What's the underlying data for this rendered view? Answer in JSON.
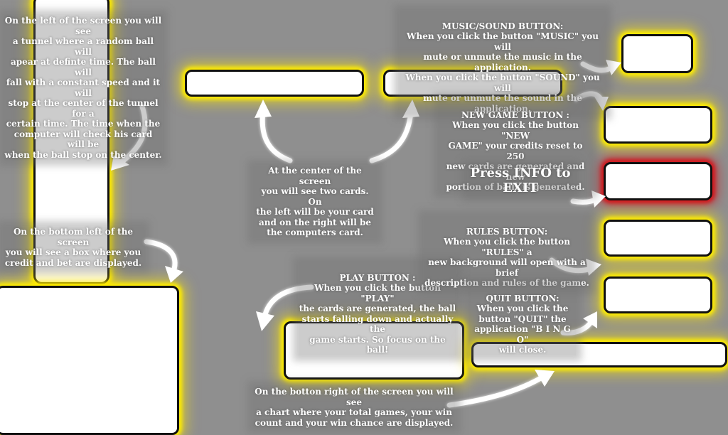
{
  "tunnel_text": "On the left of the screen you will see\na tunnel where a random ball will\napear at definte time. The ball will\nfall with a constant speed and it will\nstop at the center of the tunnel for a\ncertain time. The time when the\ncomputer will check his card will be\nwhen the ball stop on the center.",
  "center_text": "At the center of the screen\nyou will see two cards. On\nthe left will be your card\nand on the right will be\nthe computers card.",
  "credit_text": "On the bottom left of the screen\nyou will see a box where you\ncredit and bet are displayed.",
  "play": {
    "title": "PLAY BUTTON :",
    "body": "When you click the button \"PLAY\"\nthe cards are generated, the ball\nstarts falling down and actually the\ngame starts. So focus on the ball!"
  },
  "chart_text": "On the botton right of the screen you will see\na chart where your total games, your win\ncount and your win chance are displayed.",
  "music": {
    "title": "MUSIC/SOUND BUTTON:",
    "body": "When you click the button \"MUSIC\" you will\nmute or unmute the music in the application.\nWhen you click the button \"SOUND\" you will\nmute or unmute the sound in the application."
  },
  "newgame": {
    "title": "NEW GAME BUTTON :",
    "body": "When you click the button \"NEW\nGAME\" your credits reset to 250\nnew cards are generated and new\nportion of balls is generated."
  },
  "info_text": "Press INFO to\nEXIT",
  "rules": {
    "title": "RULES BUTTON:",
    "body": "When you click the button \"RULES\" a\nnew background will open with a brief\ndescription and rules of the game."
  },
  "quit": {
    "title": "QUIT BUTTON:",
    "body": "When you click the\nbutton \"QUIT\" the\napplication \"B I N G O\"\nwill close."
  },
  "colors": {
    "glow_yellow": "#ffee00",
    "glow_red": "#d4161c",
    "background": "#8f8f8f"
  }
}
